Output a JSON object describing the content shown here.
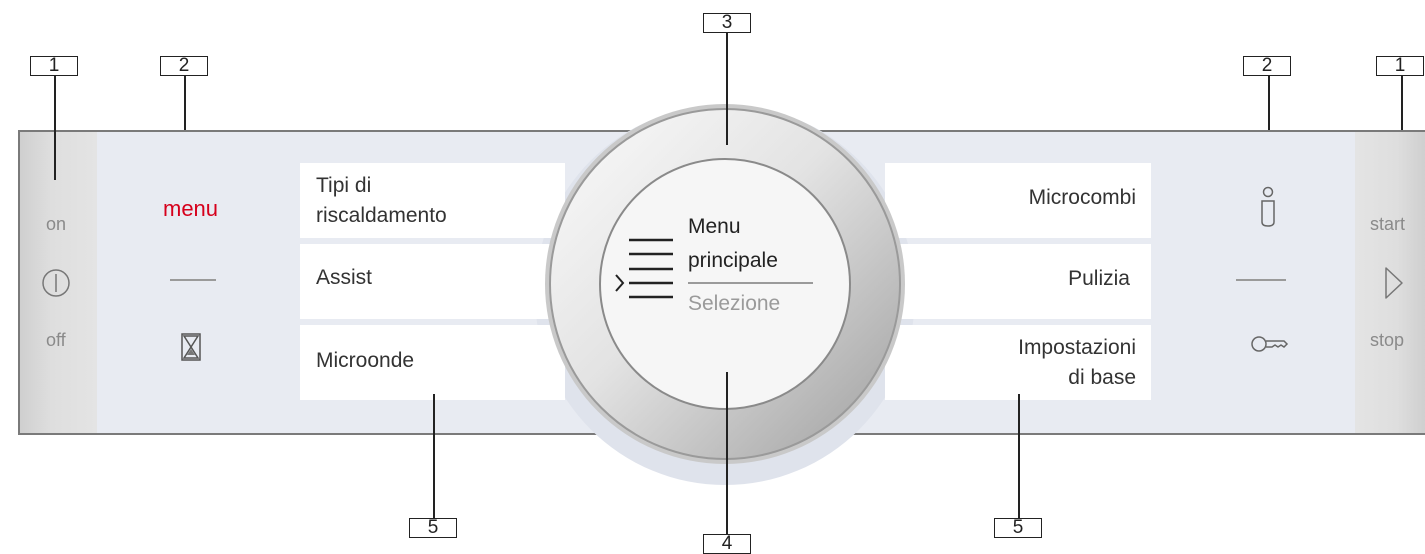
{
  "callouts": {
    "left_on_off": "1",
    "left_menu": "2",
    "top_ring": "3",
    "bottom_center": "4",
    "bottom_left": "5",
    "bottom_right": "5",
    "right_info": "2",
    "right_start": "1"
  },
  "left_strip": {
    "on": "on",
    "off": "off"
  },
  "left_panel": {
    "menu": "menu"
  },
  "left_buttons": [
    "Tipi di\nriscaldamento",
    "Assist",
    "Microonde"
  ],
  "center_display": {
    "title_line1": "Menu",
    "title_line2": "principale",
    "subtitle": "Selezione"
  },
  "right_buttons": [
    "Microcombi",
    "Pulizia",
    "Impostazioni\ndi base"
  ],
  "right_strip": {
    "start": "start",
    "stop": "stop"
  },
  "icons": {
    "power": "power-icon",
    "timer": "hourglass-icon",
    "info": "info-icon",
    "lock": "key-icon",
    "play": "play-icon",
    "menu": "menu-list-icon"
  }
}
